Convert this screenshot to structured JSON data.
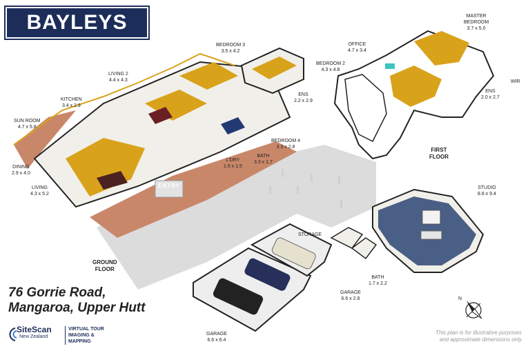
{
  "brand": {
    "name": "BAYLEYS"
  },
  "floors": {
    "ground": "GROUND\nFLOOR",
    "first": "FIRST\nFLOOR"
  },
  "rooms": [
    {
      "id": "bedroom-3",
      "name": "BEDROOM 3",
      "dims": "3.5 x 4.2"
    },
    {
      "id": "bedroom-2",
      "name": "BEDROOM 2",
      "dims": "4.3 x 4.8"
    },
    {
      "id": "living-2",
      "name": "LIVING 2",
      "dims": "4.4 x 4.3"
    },
    {
      "id": "kitchen",
      "name": "KITCHEN",
      "dims": "3.4 x 2.9"
    },
    {
      "id": "sun-room",
      "name": "SUN ROOM",
      "dims": "4.7 x 5.8"
    },
    {
      "id": "dining",
      "name": "DINING",
      "dims": "2.9 x 4.0"
    },
    {
      "id": "living",
      "name": "LIVING",
      "dims": "4.3 x 5.2"
    },
    {
      "id": "ens-ground",
      "name": "ENS",
      "dims": "2.2 x 2.9"
    },
    {
      "id": "bedroom-4",
      "name": "BEDROOM 4",
      "dims": "3.3 x 2.8"
    },
    {
      "id": "bath-ground",
      "name": "BATH",
      "dims": "3.3 x 1.7"
    },
    {
      "id": "ldry",
      "name": "L'DRY",
      "dims": "1.6 x 1.5"
    },
    {
      "id": "office",
      "name": "OFFICE",
      "dims": "4.7 x 3.4"
    },
    {
      "id": "master-bedroom",
      "name": "MASTER\nBEDROOM",
      "dims": "3.7 x 5.0"
    },
    {
      "id": "wir",
      "name": "WIR",
      "dims": ""
    },
    {
      "id": "ens-first",
      "name": "ENS",
      "dims": "2.0 x 2.7"
    },
    {
      "id": "studio",
      "name": "STUDIO",
      "dims": "8.8 x 9.4"
    },
    {
      "id": "storage",
      "name": "STORAGE",
      "dims": ""
    },
    {
      "id": "bath-studio",
      "name": "BATH",
      "dims": "1.7 x 2.2"
    },
    {
      "id": "garage-small",
      "name": "GARAGE",
      "dims": "6.6 x 2.8"
    },
    {
      "id": "garage-large",
      "name": "GARAGE",
      "dims": "6.6 x 6.4"
    }
  ],
  "entry_label": "ENTRY",
  "address": {
    "line1": "76 Gorrie Road,",
    "line2": "Mangaroa, Upper Hutt"
  },
  "disclaimer": {
    "line1": "This plan is for illustrative purposes",
    "line2": "and approximate dimensions only"
  },
  "sitescan": {
    "name": "SiteScan",
    "region": "New Zealand",
    "tag1": "VIRTUAL TOUR",
    "tag2": "IMAGING & MAPPING"
  },
  "compass": {
    "north": "N"
  },
  "colors": {
    "brand_navy": "#1d2d5a",
    "timber_floor": "#d9a21b",
    "brick": "#c07a55",
    "paving": "#d8d8d8",
    "studio_carpet": "#4a5f86"
  }
}
